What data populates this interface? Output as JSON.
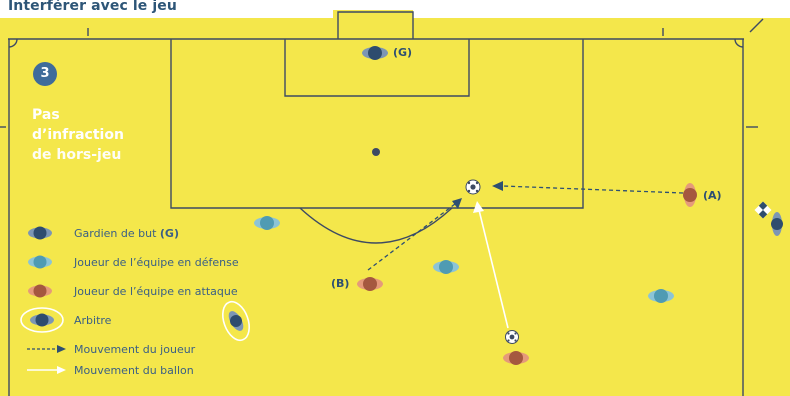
{
  "header": {
    "title": "Interférer avec le jeu"
  },
  "panel": {
    "number": "3",
    "headline_line1": "Pas",
    "headline_line2": "d’infraction",
    "headline_line3": "de hors-jeu"
  },
  "legend": {
    "goalkeeper": "Gardien de but",
    "goalkeeper_tag": "(G)",
    "defender": "Joueur de l’équipe en défense",
    "attacker": "Joueur de l’équipe en attaque",
    "referee": "Arbitre",
    "player_movement": "Mouvement du joueur",
    "ball_movement": "Mouvement du ballon"
  },
  "labels": {
    "goalkeeper": "(G)",
    "player_a": "(A)",
    "player_b": "(B)"
  },
  "colors": {
    "pitch": "#f4e74b",
    "lines": "#3d4a63",
    "goalkeeper": "#3f5f86",
    "defender": "#4f9bb3",
    "attacker": "#b06045",
    "accent": "#2d5577"
  }
}
